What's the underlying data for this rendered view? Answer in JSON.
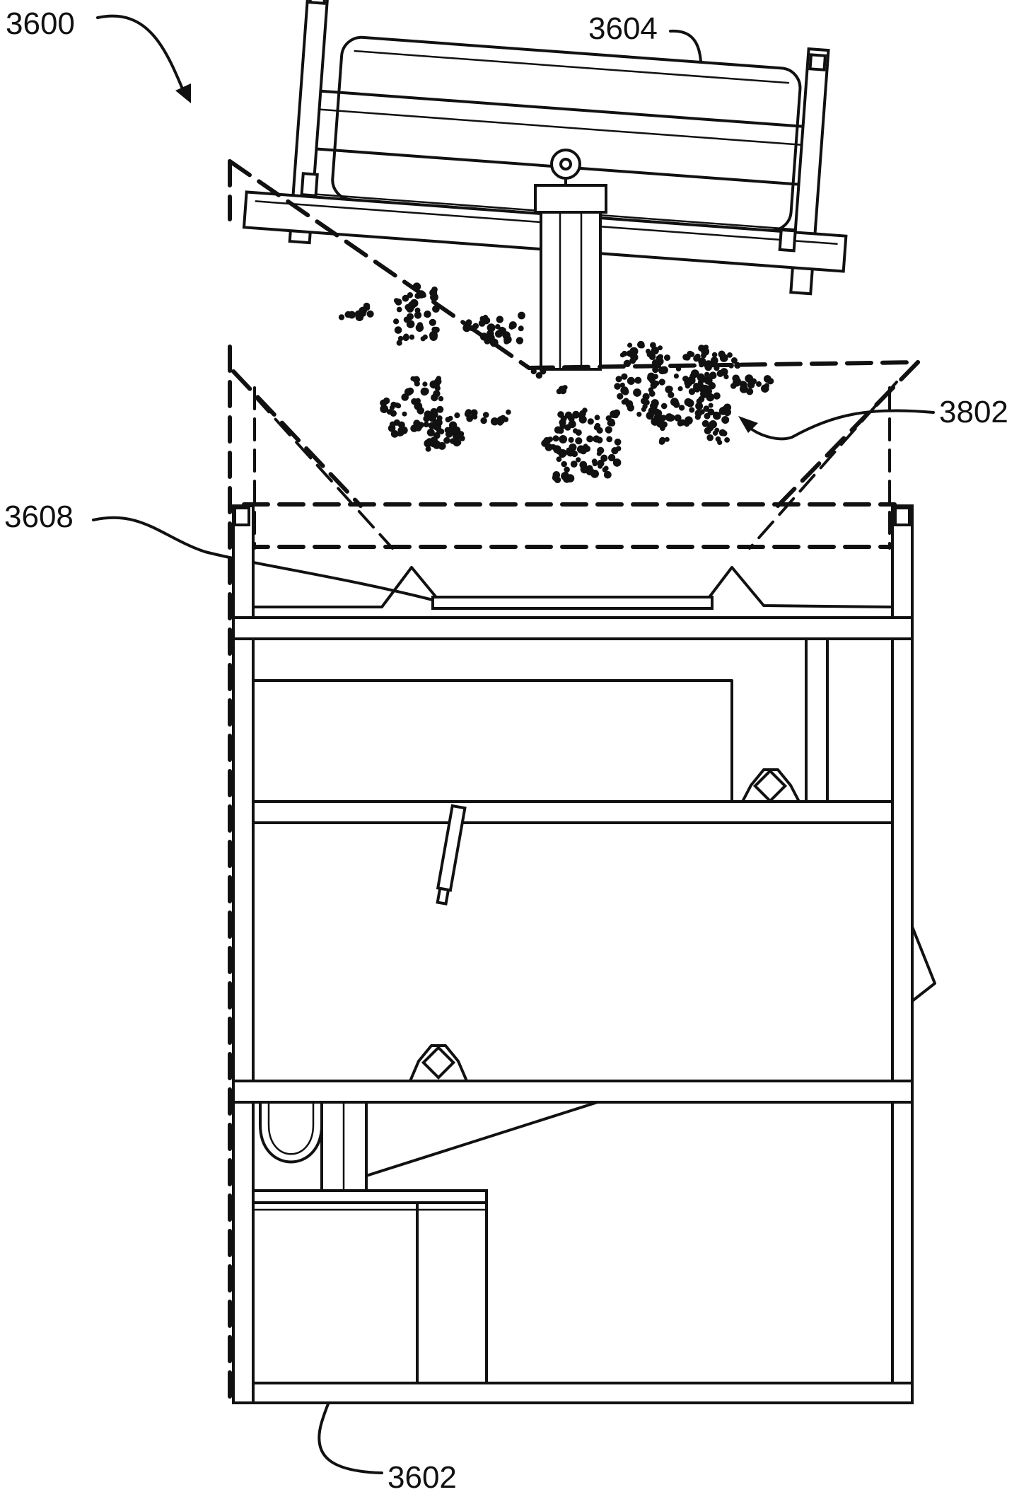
{
  "figure": {
    "labels": {
      "assembly": "3600",
      "bin": "3602",
      "tray": "3604",
      "plate": "3608",
      "particles": "3802"
    }
  },
  "colors": {
    "line": "#111111",
    "background": "#ffffff"
  }
}
